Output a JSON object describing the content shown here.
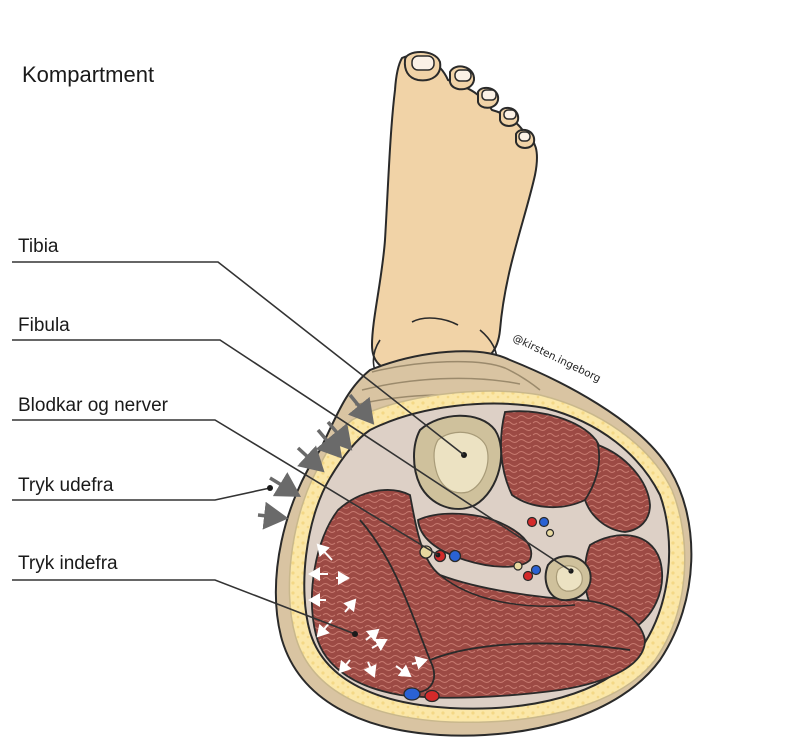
{
  "title": "Kompartment",
  "labels": {
    "tibia": "Tibia",
    "fibula": "Fibula",
    "vessels": "Blodkar og nerver",
    "external": "Tryk udefra",
    "internal": "Tryk indefra"
  },
  "credit": "@kirsten.ingeborg",
  "colors": {
    "skin": "#f1d3a7",
    "skin_outline": "#2a2a2a",
    "muscle": "#9c4a44",
    "fascia": "#ddd0c6",
    "fat": "#fbe7a8",
    "bone_outer": "#cfc19c",
    "bone_inner": "#ece2c2",
    "artery": "#d42a2a",
    "vein": "#2a62d4",
    "nerve": "#e8d9a0",
    "pressure_arrow": "#6a6a6a"
  }
}
